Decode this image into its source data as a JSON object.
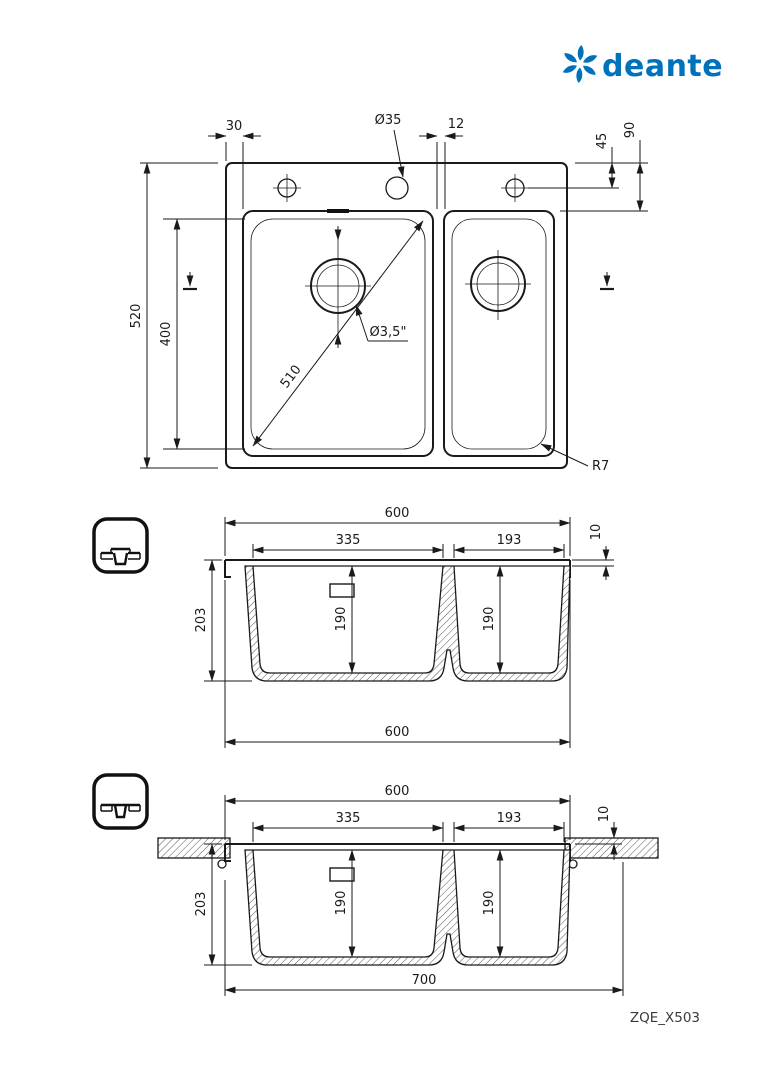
{
  "brand": {
    "name": "deante",
    "color": "#0072bc"
  },
  "model_code": "ZQE_X503",
  "top_view": {
    "dim_left_offset": "30",
    "dim_hole_diameter": "Ø35",
    "dim_divider": "12",
    "dim_hole_from_top": "45",
    "dim_bowl_from_top": "90",
    "dim_depth_overall": "520",
    "dim_bowl_length": "400",
    "dim_drain": "Ø3,5\"",
    "dim_diagonal": "510",
    "dim_corner_radius": "R7"
  },
  "section_top_mount": {
    "dim_width_top": "600",
    "dim_bowl_left_width": "335",
    "dim_bowl_right_width": "193",
    "dim_rim_thickness": "10",
    "dim_total_depth": "203",
    "dim_bowl_left_depth": "190",
    "dim_bowl_right_depth": "190",
    "dim_width_bottom": "600"
  },
  "section_flush_mount": {
    "dim_width_top": "600",
    "dim_bowl_left_width": "335",
    "dim_bowl_right_width": "193",
    "dim_rim_offset": "10",
    "dim_total_depth": "203",
    "dim_bowl_left_depth": "190",
    "dim_bowl_right_depth": "190",
    "dim_cabinet_width": "700"
  }
}
